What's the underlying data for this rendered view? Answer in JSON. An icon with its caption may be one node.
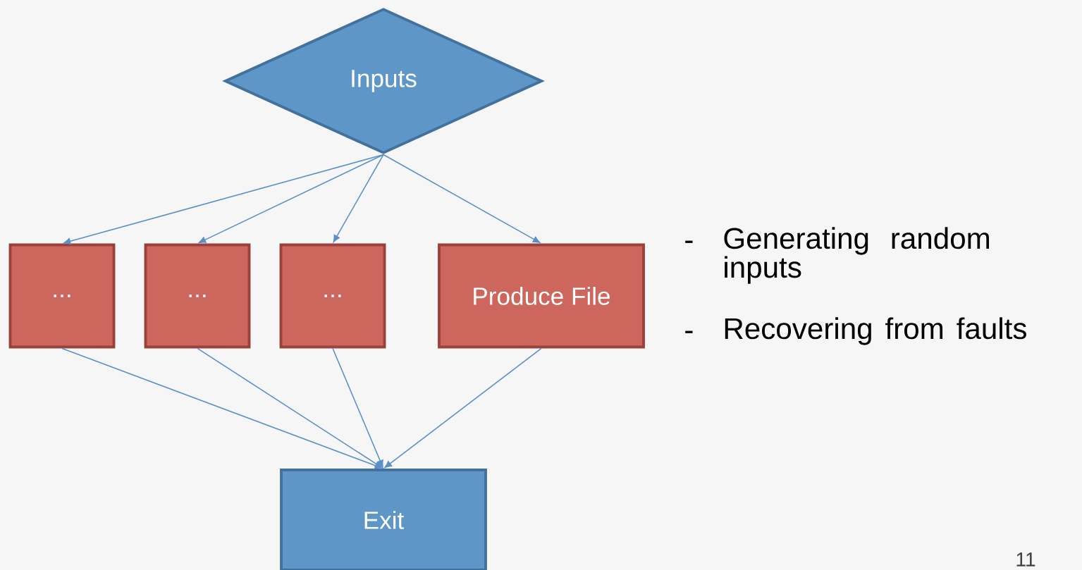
{
  "diagram": {
    "nodes": [
      {
        "text": [
          "Inputs"
        ]
      },
      {
        "text": [
          "..."
        ]
      },
      {
        "text": [
          "..."
        ]
      },
      {
        "text": [
          "..."
        ]
      },
      {
        "text": [
          "Produce File"
        ]
      },
      {
        "text": [
          "Exit"
        ]
      }
    ],
    "edges": [
      {
        "from": 0,
        "to": 1,
        "arrow": "to"
      },
      {
        "from": 0,
        "to": 2,
        "arrow": "to"
      },
      {
        "from": 0,
        "to": 3,
        "arrow": "to"
      },
      {
        "from": 0,
        "to": 4,
        "arrow": "to"
      },
      {
        "from": 1,
        "to": 5,
        "arrow": "to"
      },
      {
        "from": 2,
        "to": 5,
        "arrow": "to"
      },
      {
        "from": 3,
        "to": 5,
        "arrow": "to"
      },
      {
        "from": 4,
        "to": 5,
        "arrow": "to"
      }
    ],
    "labels": [
      "-",
      "Generating random inputs",
      "-",
      "Recovering from faults",
      "11"
    ]
  }
}
